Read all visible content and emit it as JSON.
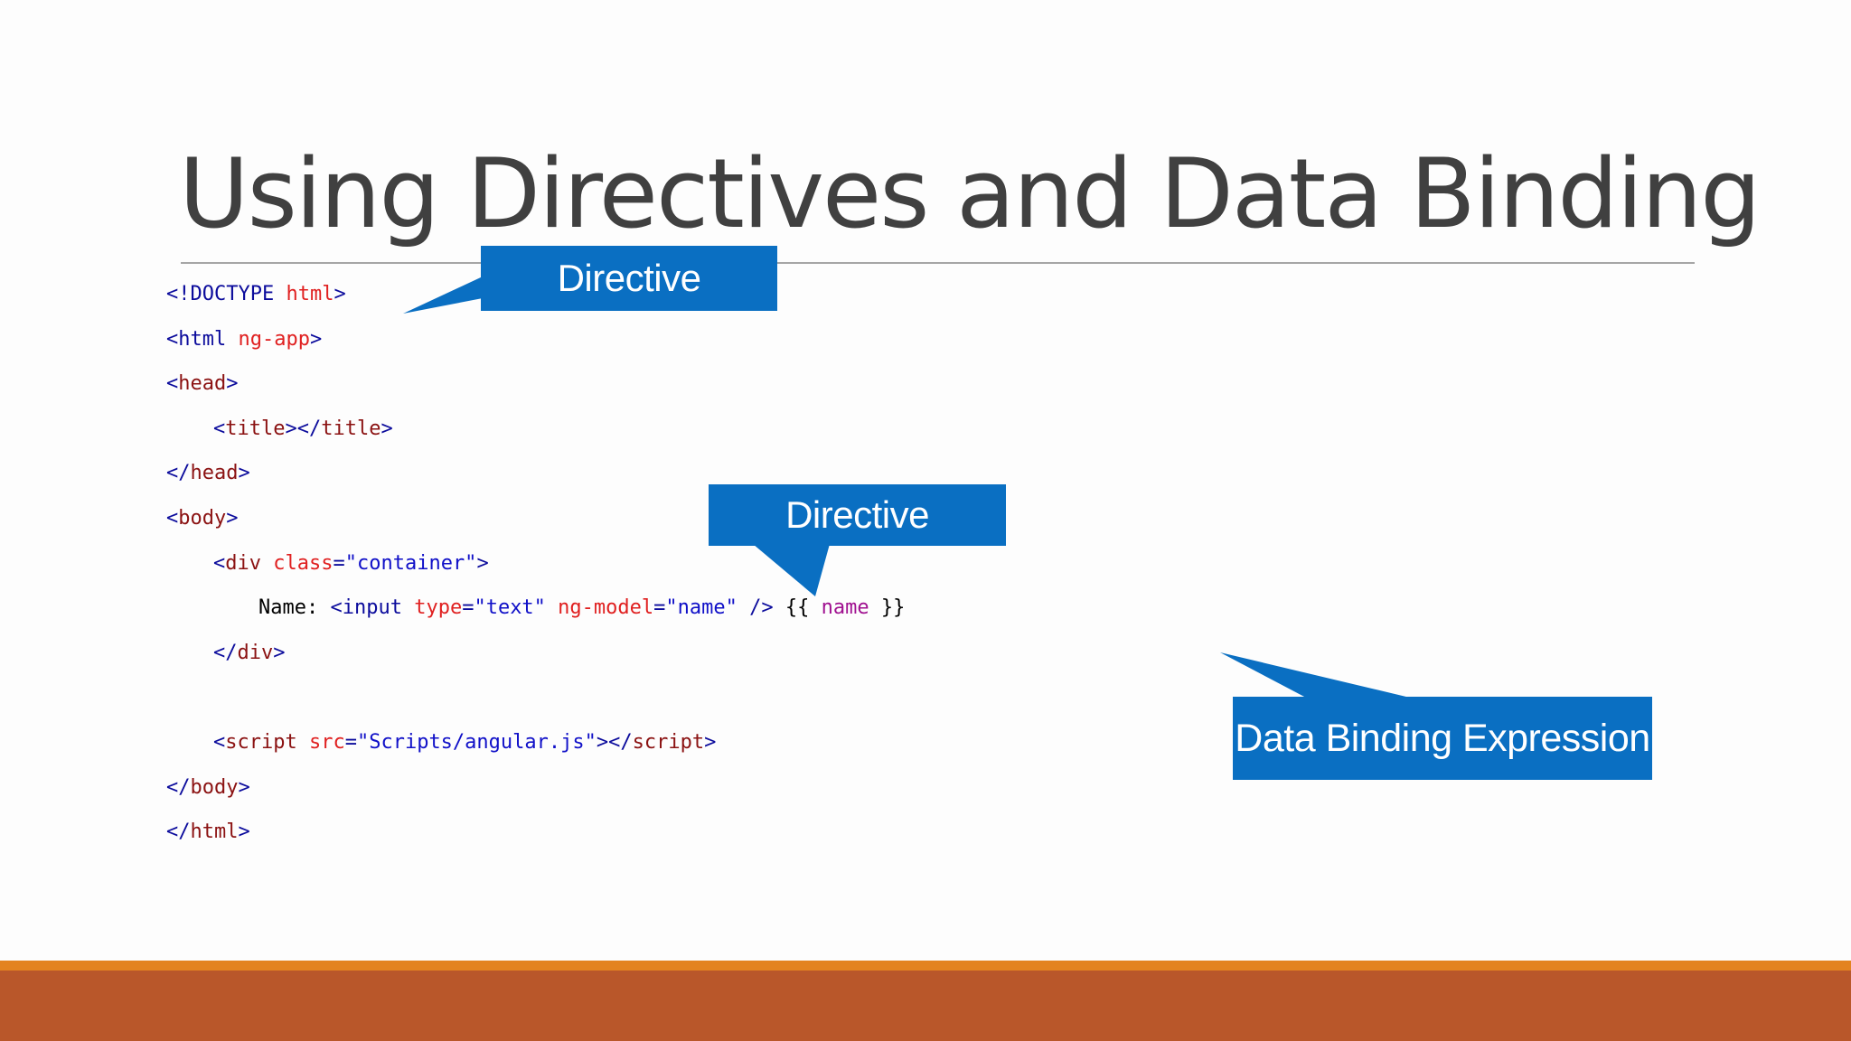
{
  "slide": {
    "title": "Using Directives and Data Binding"
  },
  "code": {
    "l1_open": "<!DOCTYPE",
    "l1_attr": " html",
    "l1_close": ">",
    "l2_open": "<html",
    "l2_attr": " ng-app",
    "l2_close": ">",
    "l3_open": "<",
    "l3_name": "head",
    "l3_close": ">",
    "l4_open": "<",
    "l4_name": "title",
    "l4_mid": "></",
    "l4_name2": "title",
    "l4_close": ">",
    "l5_open": "</",
    "l5_name": "head",
    "l5_close": ">",
    "l6_open": "<",
    "l6_name": "body",
    "l6_close": ">",
    "l7_open": "<",
    "l7_name": "div",
    "l7_attr": " class",
    "l7_eq": "=",
    "l7_val": "\"container\"",
    "l7_close": ">",
    "l8_text": "Name: ",
    "l8_open": "<input",
    "l8_attr1": " type",
    "l8_eq1": "=",
    "l8_val1": "\"text\"",
    "l8_attr2": " ng-model",
    "l8_eq2": "=",
    "l8_val2": "\"name\"",
    "l8_close": " />",
    "l8_expr_open": " {{ ",
    "l8_expr": "name",
    "l8_expr_close": " }}",
    "l9_open": "</",
    "l9_name": "div",
    "l9_close": ">",
    "l11_open": "<",
    "l11_name": "script",
    "l11_attr": " src",
    "l11_eq": "=",
    "l11_val": "\"Scripts/angular.js\"",
    "l11_mid": "></",
    "l11_name2": "script",
    "l11_close": ">",
    "l12_open": "</",
    "l12_name": "body",
    "l12_close": ">",
    "l13_open": "</",
    "l13_name": "html",
    "l13_close": ">"
  },
  "callouts": {
    "directive_top": "Directive",
    "directive_mid": "Directive",
    "data_binding": "Data Binding Expression"
  },
  "colors": {
    "callout_blue": "#0a6fc2",
    "footer_orange": "#e38320",
    "footer_rust": "#b9572a",
    "title_gray": "#404040"
  }
}
